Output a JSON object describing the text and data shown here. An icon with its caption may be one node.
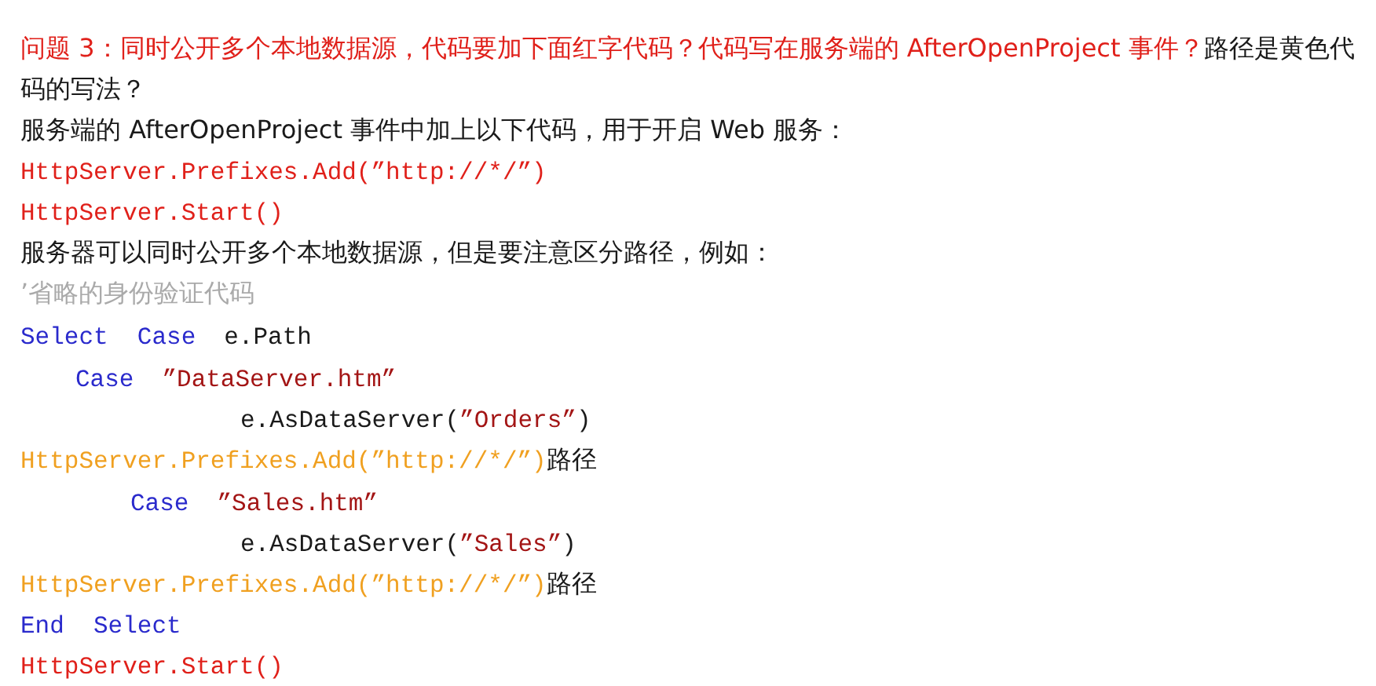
{
  "diagram": {
    "labels": [
      "问题 3：同时公开多个本地数据源，代码要加下面红字代码？代码写在服务端的 AfterOpenProject 事件？",
      "路径是黄色代码的写法？",
      "服务端的 AfterOpenProject 事件中加上以下代码，用于开启 Web 服务：",
      "HttpServer.Prefixes.Add(”http://*/”)",
      "HttpServer.Start()",
      "服务器可以同时公开多个本地数据源，但是要注意区分路径，例如：",
      "’省略的身份验证代码",
      "Select  Case",
      "e.Path",
      "Case",
      "”DataServer.htm”",
      "e.AsDataServer(",
      "”Orders”",
      ")",
      "HttpServer.Prefixes.Add(”http://*/”)",
      "路径",
      "Case",
      "”Sales.htm”",
      "e.AsDataServer(",
      "”Sales”",
      ")",
      "HttpServer.Prefixes.Add(”http://*/”)",
      "路径",
      "End  Select",
      "HttpServer.Start()"
    ]
  }
}
